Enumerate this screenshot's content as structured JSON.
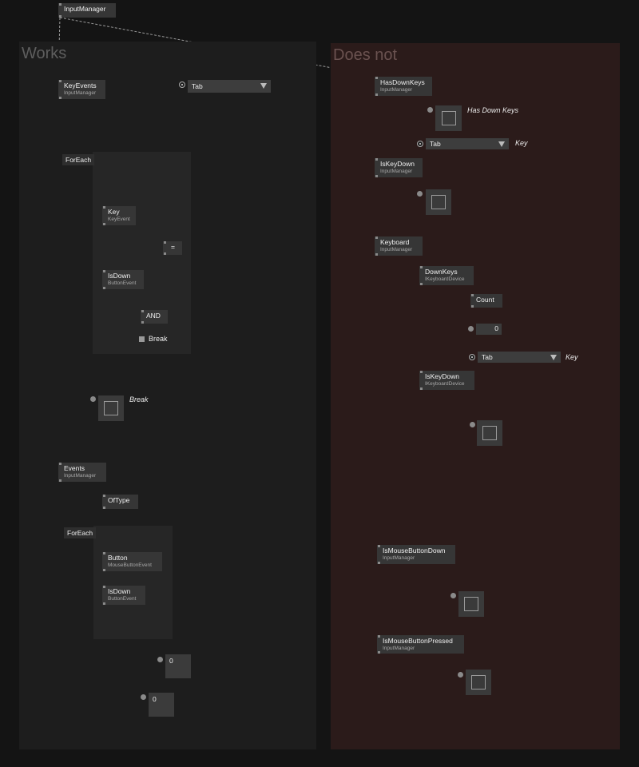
{
  "regions": {
    "works": {
      "title": "Works"
    },
    "does_not": {
      "title": "Does not"
    }
  },
  "nodes": {
    "input_manager": {
      "title": "InputManager"
    },
    "key_events": {
      "title": "KeyEvents",
      "type": "InputManager"
    },
    "tab_enum_works": {
      "value": "Tab"
    },
    "foreach_1": {
      "title": "ForEach"
    },
    "key": {
      "title": "Key",
      "type": "KeyEvent"
    },
    "equals": {
      "title": "="
    },
    "is_down_1": {
      "title": "IsDown",
      "type": "ButtonEvent"
    },
    "and": {
      "title": "AND"
    },
    "break_node": {
      "title": "Break"
    },
    "break_label": {
      "text": "Break"
    },
    "events": {
      "title": "Events",
      "type": "InputManager"
    },
    "of_type": {
      "title": "OfType"
    },
    "foreach_2": {
      "title": "ForEach"
    },
    "button": {
      "title": "Button",
      "type": "MouseButtonEvent"
    },
    "is_down_2": {
      "title": "IsDown",
      "type": "ButtonEvent"
    },
    "value_zero_1": {
      "value": "0"
    },
    "value_zero_2": {
      "value": "0"
    },
    "has_down_keys": {
      "title": "HasDownKeys",
      "type": "InputManager"
    },
    "has_down_keys_label": {
      "text": "Has Down Keys"
    },
    "tab_enum_1": {
      "value": "Tab"
    },
    "key_label_1": {
      "text": "Key"
    },
    "is_key_down_1": {
      "title": "IsKeyDown",
      "type": "InputManager"
    },
    "keyboard": {
      "title": "Keyboard",
      "type": "InputManager"
    },
    "down_keys": {
      "title": "DownKeys",
      "type": "IKeyboardDevice"
    },
    "count": {
      "title": "Count"
    },
    "count_value": {
      "value": "0"
    },
    "tab_enum_2": {
      "value": "Tab"
    },
    "key_label_2": {
      "text": "Key"
    },
    "is_key_down_2": {
      "title": "IsKeyDown",
      "type": "IKeyboardDevice"
    },
    "is_mouse_button_down": {
      "title": "IsMouseButtonDown",
      "type": "InputManager"
    },
    "is_mouse_button_pressed": {
      "title": "IsMouseButtonPressed",
      "type": "InputManager"
    }
  },
  "colors": {
    "background": "#141414",
    "works_region": "#1d1d1d",
    "does_not_region": "#2b1b1a",
    "node": "#363636",
    "link": "#9a9a9a",
    "accent": "#e8b13a"
  }
}
